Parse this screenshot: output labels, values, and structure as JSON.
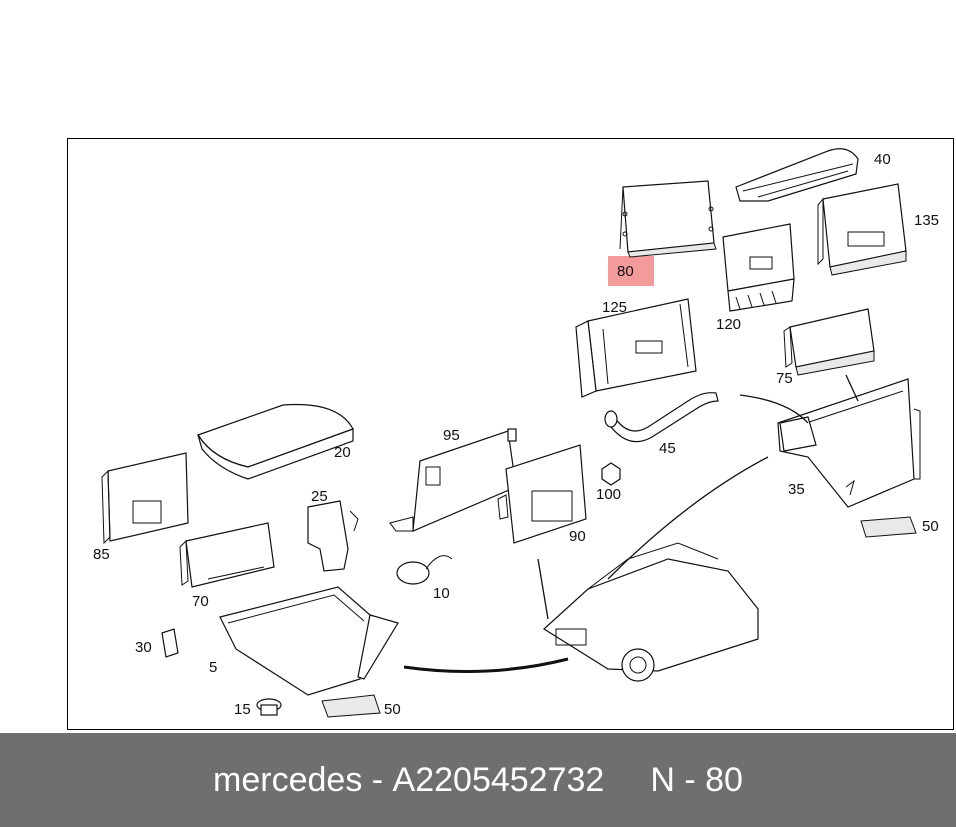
{
  "diagram": {
    "labels": {
      "p5": "5",
      "p10": "10",
      "p15": "15",
      "p20": "20",
      "p25": "25",
      "p30": "30",
      "p35": "35",
      "p40": "40",
      "p45": "45",
      "p50a": "50",
      "p50b": "50",
      "p70": "70",
      "p75": "75",
      "p80": "80",
      "p85": "85",
      "p90": "90",
      "p95": "95",
      "p100": "100",
      "p120": "120",
      "p125": "125",
      "p135": "135"
    },
    "highlighted_part": "80",
    "highlight_color": "#f08a88"
  },
  "footer": {
    "brand": "mercedes",
    "dash1": "-",
    "part_number": "A2205452732",
    "position_label": "N",
    "dash2": "-",
    "position_number": "80",
    "background": "#6f6f6f"
  }
}
